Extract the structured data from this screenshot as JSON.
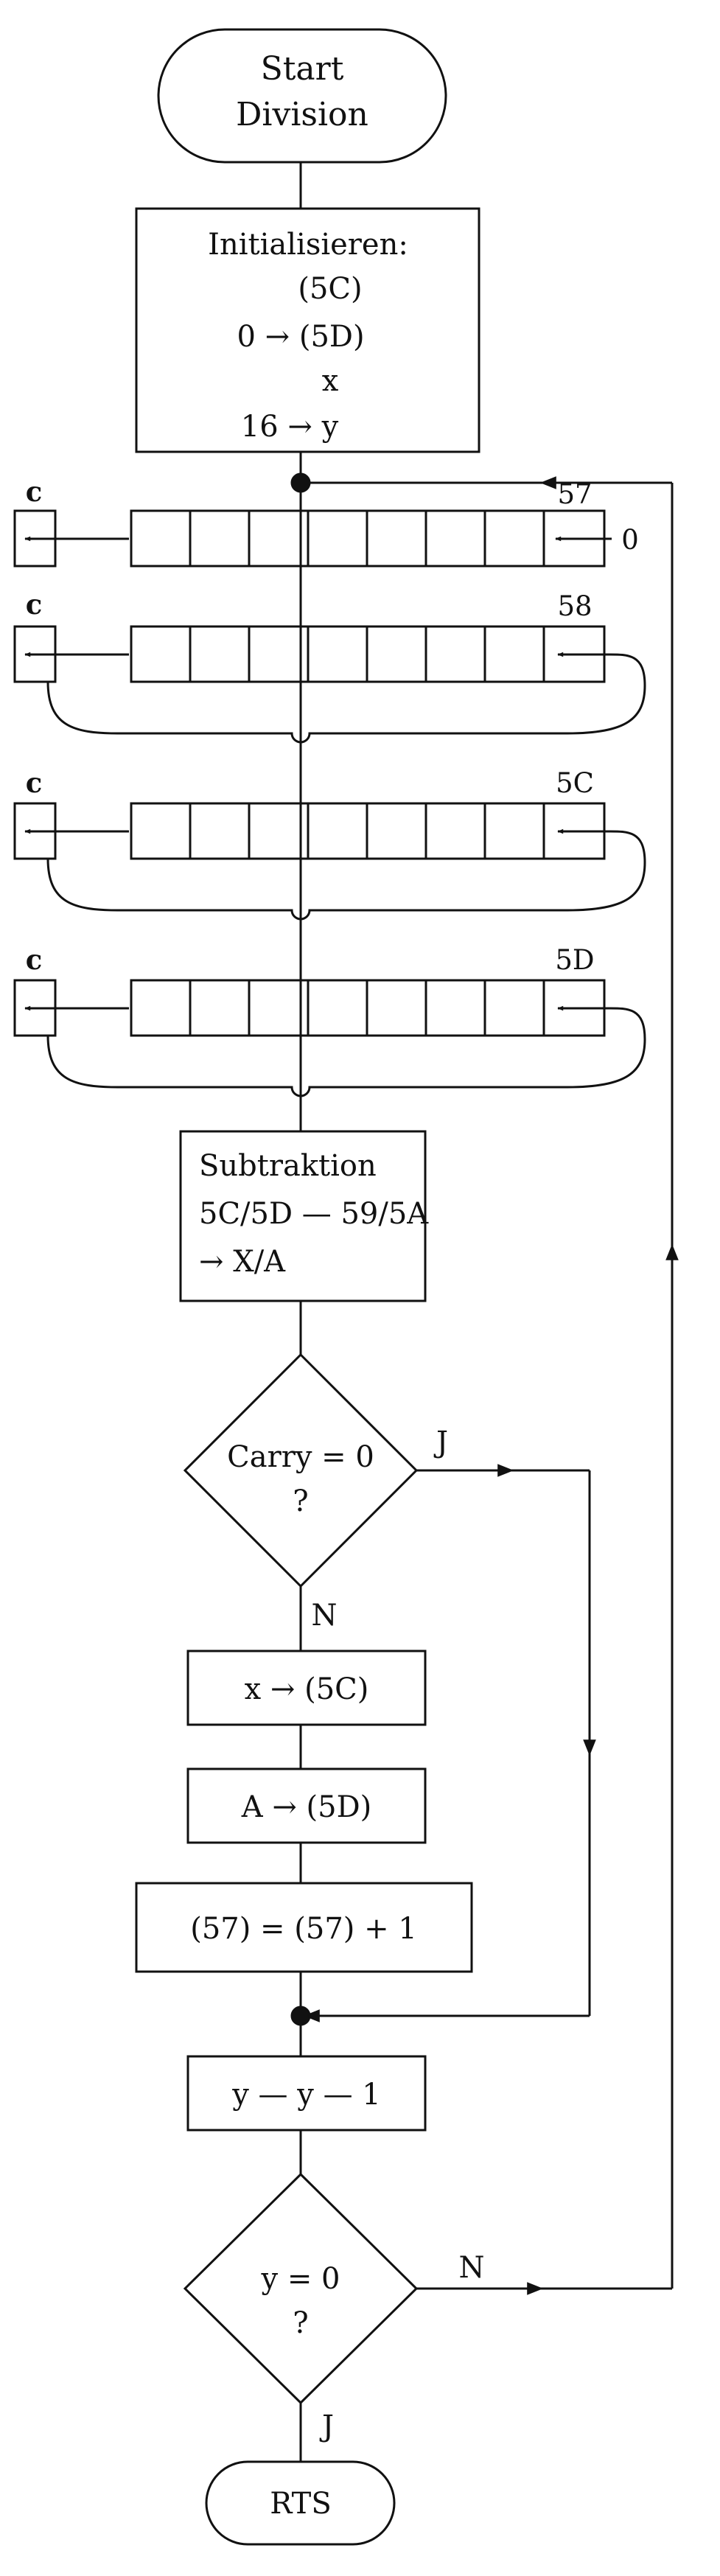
{
  "start": [
    "Start",
    "Division"
  ],
  "init": {
    "title": "Initialisieren:",
    "lines": [
      "(5C)",
      "0 → (5D)",
      "x",
      "16 → y"
    ]
  },
  "registers": [
    {
      "label": "57",
      "carry": "c",
      "input": "0"
    },
    {
      "label": "58",
      "carry": "c"
    },
    {
      "label": "5C",
      "carry": "c"
    },
    {
      "label": "5D",
      "carry": "c"
    }
  ],
  "subtraction": [
    "Subtraktion",
    "5C/5D — 59/5A",
    "→ X/A"
  ],
  "carry_decision": {
    "lines": [
      "Carry = 0",
      "?"
    ],
    "yes": "J",
    "no": "N"
  },
  "steps": [
    "x → (5C)",
    "A → (5D)",
    "(57) = (57) + 1",
    "y — y — 1"
  ],
  "y_decision": {
    "lines": [
      "y = 0",
      "?"
    ],
    "yes": "J",
    "no": "N"
  },
  "end": "RTS"
}
